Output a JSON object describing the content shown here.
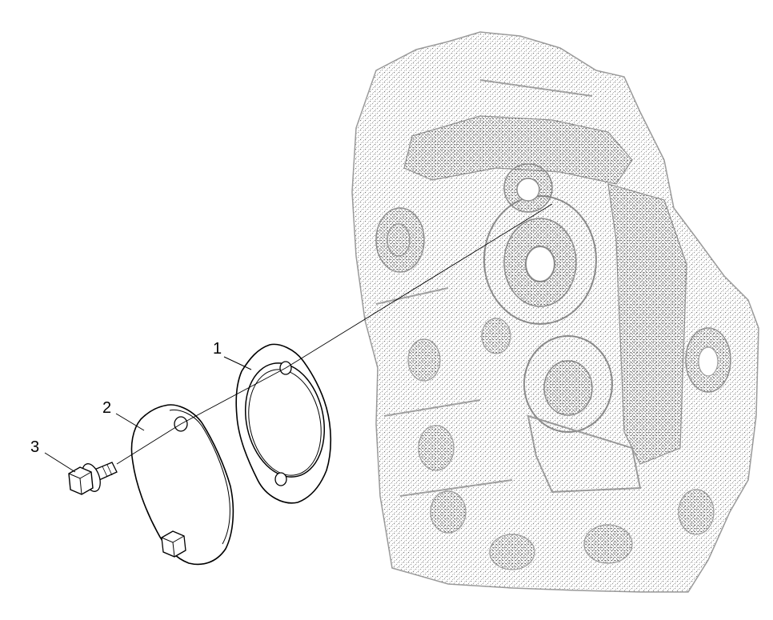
{
  "diagram": {
    "type": "exploded-parts-view",
    "line_color": "#000000",
    "stipple_color": "#8a8a8a",
    "callouts": [
      {
        "id": "1",
        "label": "1",
        "part": "gasket"
      },
      {
        "id": "2",
        "label": "2",
        "part": "cover-plate"
      },
      {
        "id": "3",
        "label": "3",
        "part": "flange-bolt"
      }
    ]
  }
}
